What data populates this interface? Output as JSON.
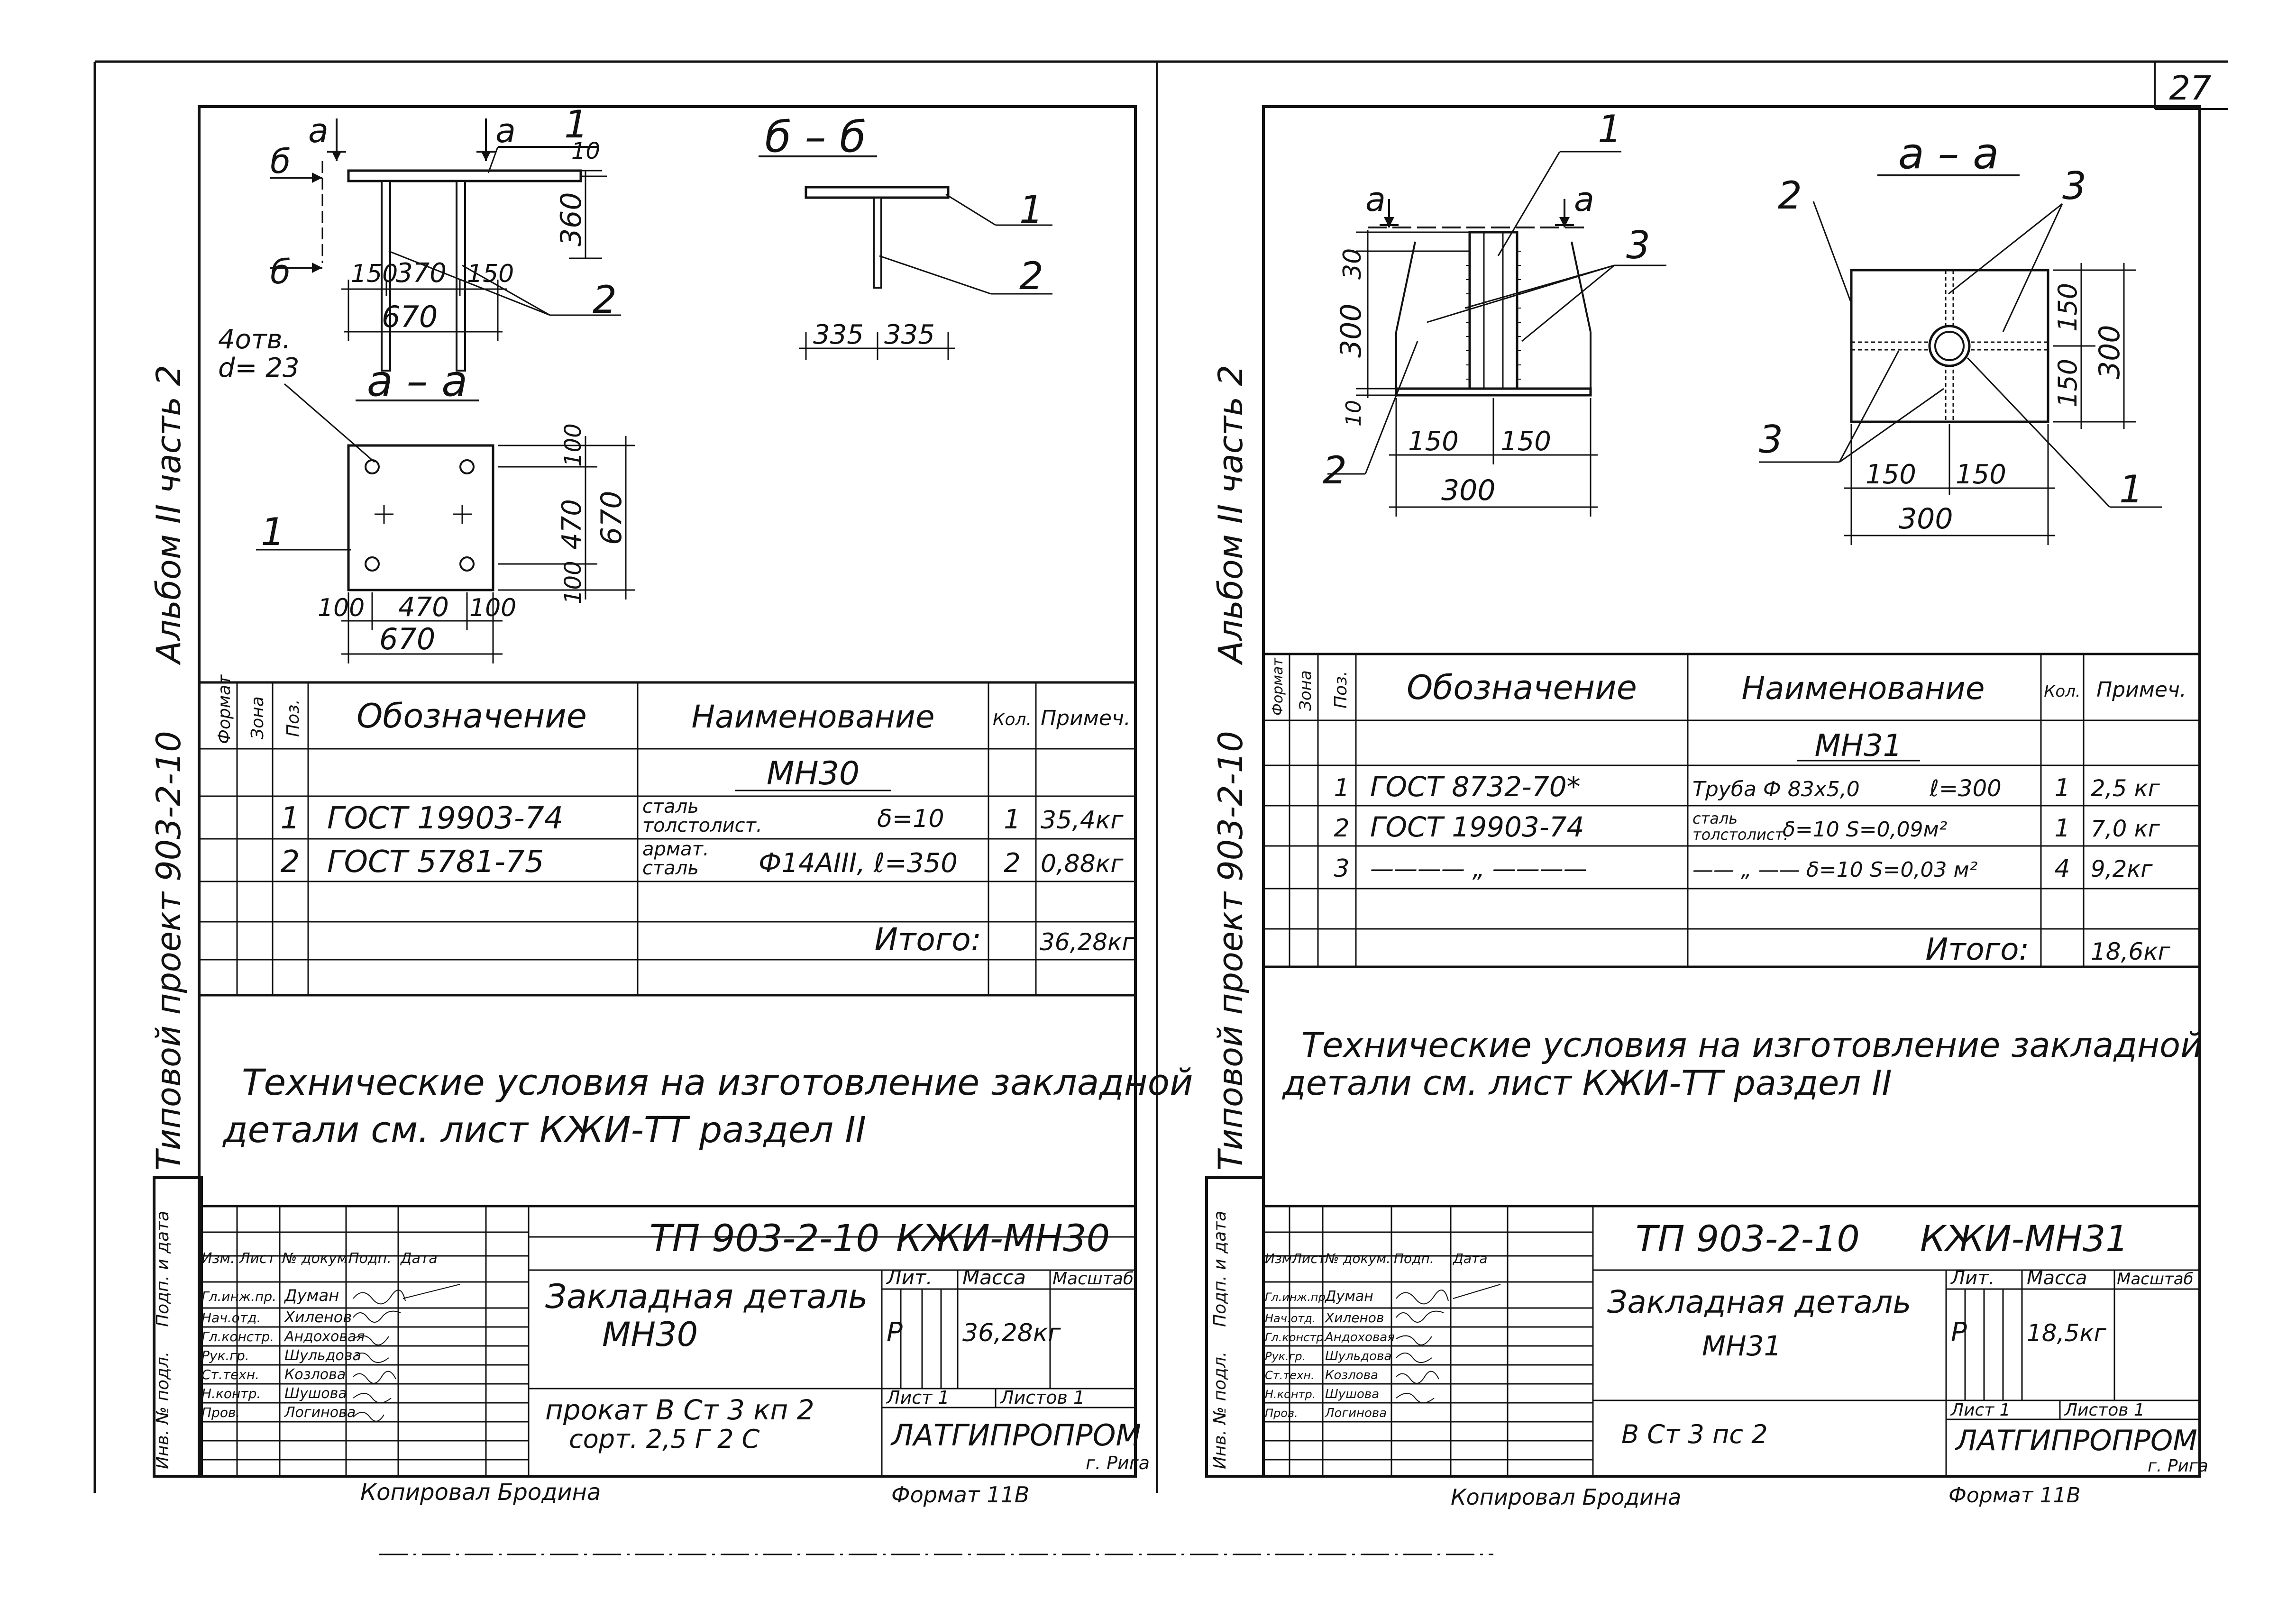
{
  "page_number": "27",
  "dim_style": "hand-lettered",
  "left": {
    "side_stamp": {
      "album": "Альбом II часть 2",
      "project": "Типовой проект 903-2-10"
    },
    "view_bb": {
      "title": "б – б",
      "callout_1": "1",
      "callout_2": "2",
      "dims": [
        "335",
        "335"
      ]
    },
    "view_elev": {
      "section_b": "б",
      "section_a": "а",
      "callout_1": "1",
      "callout_2": "2",
      "dims": [
        "10",
        "360",
        "150",
        "370",
        "150",
        "670"
      ]
    },
    "view_aa": {
      "title": "а – а",
      "hole_note_1": "4отв.",
      "hole_note_2": "d= 23",
      "callout_1": "1",
      "dims_h": [
        "100",
        "470",
        "100",
        "670"
      ],
      "dims_v": [
        "100",
        "470",
        "100",
        "670"
      ]
    },
    "spec": {
      "headers": [
        "Формат",
        "Зона",
        "Поз.",
        "Обозначение",
        "Наименование",
        "Кол.",
        "Примеч."
      ],
      "group": "МН30",
      "rows": [
        {
          "pos": "1",
          "designation": "ГОСТ 19903-74",
          "name_1": "сталь",
          "name_2": "толстолист.",
          "param": "δ=10",
          "qty": "1",
          "note": "35,4кг"
        },
        {
          "pos": "2",
          "designation": "ГОСТ 5781-75",
          "name_1": "армат.",
          "name_2": "сталь",
          "param": "Ф14АIII, ℓ=350",
          "qty": "2",
          "note": "0,88кг"
        }
      ],
      "total_label": "Итого:",
      "total_value": "36,28кг"
    },
    "tech_note_1": "Технические условия на изготовление закладной",
    "tech_note_2": "детали см. лист КЖИ-ТТ раздел II",
    "title_block": {
      "code": "ТП 903-2-10",
      "sheet_code": "КЖИ-МН30",
      "name_1": "Закладная деталь",
      "name_2": "МН30",
      "material_1": "прокат  В Ст 3 кп 2",
      "material_2": "сорт.  2,5 Г 2 С",
      "cols": [
        "Изм.",
        "Лист",
        "№ докум.",
        "Подп.",
        "Дата"
      ],
      "roles": [
        "Гл.инж.пр.",
        "Нач.отд.",
        "Гл.констр.",
        "Рук.гр.",
        "Ст.техн.",
        "Н.контр.",
        "Пров."
      ],
      "names": [
        "Думан",
        "Хиленов",
        "Андоховая",
        "Шульдова",
        "Козлова",
        "Шушова",
        "Логинова"
      ],
      "stage_hdr": [
        "Лит.",
        "Масса",
        "Масштаб"
      ],
      "stage": "Р",
      "mass": "36,28кг",
      "sheet_info": "Лист 1",
      "sheets_info": "Листов 1",
      "org": "ЛАТГИПРОПРОМ",
      "city": "г. Рига",
      "side_labels": [
        "Инв. № подл.",
        "Подп. и дата"
      ]
    },
    "footer_left": "Копировал Бродина",
    "footer_right": "Формат 11В"
  },
  "right": {
    "side_stamp": {
      "album": "Альбом II часть 2",
      "project": "Типовой проект 903-2-10"
    },
    "view_elev": {
      "section_a": "а",
      "callout_1": "1",
      "callout_2": "2",
      "callout_3": "3",
      "dims": [
        "30",
        "300",
        "10",
        "150",
        "150",
        "300"
      ]
    },
    "view_aa": {
      "title": "а – а",
      "callout_1": "1",
      "callout_2": "2",
      "callout_3a": "3",
      "callout_3b": "3",
      "dims_h": [
        "150",
        "150",
        "300"
      ],
      "dims_v": [
        "150",
        "150",
        "300"
      ]
    },
    "spec": {
      "headers": [
        "Формат",
        "Зона",
        "Поз.",
        "Обозначение",
        "Наименование",
        "Кол.",
        "Примеч."
      ],
      "group": "МН31",
      "rows": [
        {
          "pos": "1",
          "designation": "ГОСТ 8732-70*",
          "name_1": "Труба Ф 83х5,0",
          "name_2": "",
          "param": "ℓ=300",
          "qty": "1",
          "note": "2,5 кг"
        },
        {
          "pos": "2",
          "designation": "ГОСТ 19903-74",
          "name_1": "сталь",
          "name_2": "толстолист.",
          "param": "δ=10  S=0,09м²",
          "qty": "1",
          "note": "7,0 кг"
        },
        {
          "pos": "3",
          "designation": "———— „ ————",
          "name_1": "—— „ ——",
          "name_2": "",
          "param": "δ=10  S=0,03 м²",
          "qty": "4",
          "note": "9,2кг"
        }
      ],
      "total_label": "Итого:",
      "total_value": "18,6кг"
    },
    "tech_note_1": "Технические условия на изготовление закладной",
    "tech_note_2": "детали см. лист КЖИ-ТТ раздел II",
    "title_block": {
      "code": "ТП 903-2-10",
      "sheet_code": "КЖИ-МН31",
      "name_1": "Закладная деталь",
      "name_2": "МН31",
      "material_1": "В Ст 3 пс 2",
      "cols": [
        "Изм.",
        "Лист",
        "№ докум.",
        "Подп.",
        "Дата"
      ],
      "roles": [
        "Гл.инж.пр.",
        "Нач.отд.",
        "Гл.констр.",
        "Рук.гр.",
        "Ст.техн.",
        "Н.контр.",
        "Пров."
      ],
      "names": [
        "Думан",
        "Хиленов",
        "Андоховая",
        "Шульдова",
        "Козлова",
        "Шушова",
        "Логинова"
      ],
      "stage_hdr": [
        "Лит.",
        "Масса",
        "Масштаб"
      ],
      "stage": "Р",
      "mass": "18,5кг",
      "sheet_info": "Лист 1",
      "sheets_info": "Листов 1",
      "org": "ЛАТГИПРОПРОМ",
      "city": "г. Рига",
      "side_labels": [
        "Инв. № подл.",
        "Подп. и дата"
      ]
    },
    "footer_left": "Копировал Бродина",
    "footer_right": "Формат 11В"
  }
}
